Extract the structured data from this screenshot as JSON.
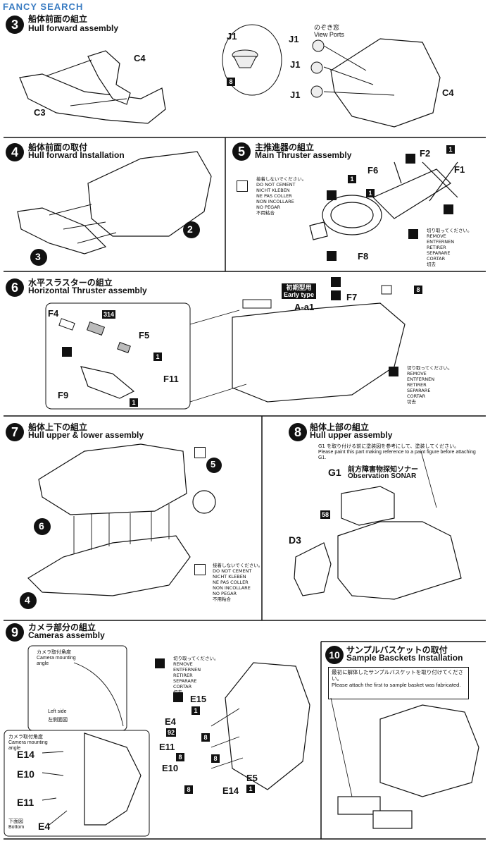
{
  "watermark": "FANCY SEARCH",
  "steps": [
    {
      "num": "3",
      "jp": "船体前面の組立",
      "en": "Hull forward assembly"
    },
    {
      "num": "4",
      "jp": "船体前面の取付",
      "en": "Hull forward Installation"
    },
    {
      "num": "5",
      "jp": "主推進器の組立",
      "en": "Main Thruster assembly"
    },
    {
      "num": "6",
      "jp": "水平スラスターの組立",
      "en": "Horizontal Thruster assembly"
    },
    {
      "num": "7",
      "jp": "船体上下の組立",
      "en": "Hull upper & lower assembly"
    },
    {
      "num": "8",
      "jp": "船体上部の組立",
      "en": "Hull upper assembly"
    },
    {
      "num": "9",
      "jp": "カメラ部分の組立",
      "en": "Cameras assembly"
    },
    {
      "num": "10",
      "jp": "サンプルバスケットの取付",
      "en": "Sample Basckets Installation"
    }
  ],
  "step3": {
    "parts": [
      "C4",
      "C3",
      "J1",
      "J1",
      "J1",
      "J1",
      "C4"
    ],
    "view_ports_jp": "のぞき窓",
    "view_ports_en": "View Ports",
    "paint": "8"
  },
  "step4": {
    "parts": [
      "2",
      "3"
    ]
  },
  "step5": {
    "parts": [
      "F6",
      "F2",
      "F1",
      "F8"
    ],
    "counts": [
      "1",
      "1",
      "1"
    ],
    "no_cement": [
      "接着しないでください。",
      "DO NOT CEMENT",
      "NICHT KLEBEN",
      "NE PAS COLLER",
      "NON INCOLLARE",
      "NO PEGAR",
      "不用粘合"
    ],
    "remove": [
      "切り取ってください。",
      "REMOVE",
      "ENTFERNEN",
      "RETIRER",
      "SEPARARE",
      "CORTAR",
      "切去"
    ]
  },
  "step6": {
    "parts": [
      "F4",
      "F5",
      "F11",
      "F9",
      "F7",
      "A-a1"
    ],
    "paint_a": "314",
    "paint_b": "8",
    "count": "1",
    "early_jp": "初期型用",
    "early_en": "Early type",
    "remove": [
      "切り取ってください。",
      "REMOVE",
      "ENTFERNEN",
      "RETIRER",
      "SEPARARE",
      "CORTAR",
      "切去"
    ]
  },
  "step7": {
    "parts": [
      "6",
      "5",
      "4"
    ],
    "no_cement": [
      "接着しないでください。",
      "DO NOT CEMENT",
      "NICHT KLEBEN",
      "NE PAS COLLER",
      "NON INCOLLARE",
      "NO PEGAR",
      "不用粘合"
    ]
  },
  "step8": {
    "note_jp": "G1 を取り付ける前に塗装図を参考にして、塗装してください。",
    "note_en": "Please paint this part making reference to a paint figure before attaching G1.",
    "g1": "G1",
    "sonar_jp": "前方障害物探知ソナー",
    "sonar_en": "Observation SONAR",
    "paint": "58",
    "d3": "D3"
  },
  "step9": {
    "mount_jp": "カメラ取付角度",
    "mount_en": "Camera mounting angle",
    "left_en": "Left side",
    "left_jp": "左側面図",
    "bottom_jp": "下面図",
    "bottom_en": "Bottom",
    "mount2_jp": "カメラ取付角度",
    "mount2_en": "Camera mounting angle",
    "inset_parts": [
      "E14",
      "E10",
      "E11",
      "E4"
    ],
    "parts": [
      "E15",
      "E4",
      "E11",
      "E10",
      "E5",
      "E14"
    ],
    "paints": [
      "92",
      "8",
      "8",
      "8",
      "8"
    ],
    "counts": [
      "1",
      "1"
    ],
    "remove": [
      "切り取ってください。",
      "REMOVE",
      "ENTFERNEN",
      "RETIRER",
      "SEPARARE",
      "CORTAR",
      "切去"
    ]
  },
  "step10": {
    "note_jp": "最初に解体したサンプルバスケットを取り付けてください。",
    "note_en": "Please attach the first to sample basket was fabricated."
  }
}
